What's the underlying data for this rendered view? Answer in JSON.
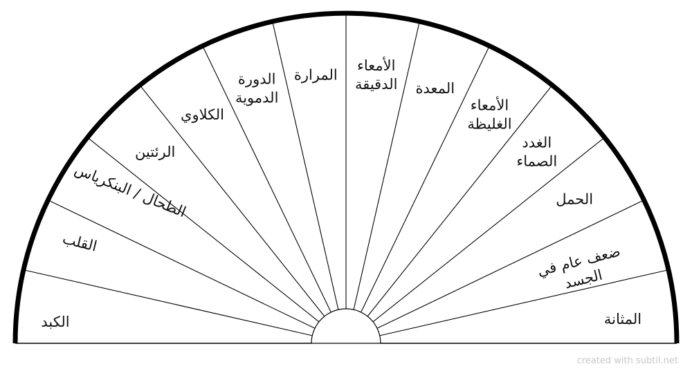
{
  "diagram": {
    "segments": [
      {
        "id": "bladder",
        "label": [
          "المثانة"
        ]
      },
      {
        "id": "general-weakness",
        "label": [
          "ضعف عام في",
          "الجسد"
        ]
      },
      {
        "id": "pregnancy",
        "label": [
          "الحمل"
        ]
      },
      {
        "id": "endocrine-glands",
        "label": [
          "الغدد",
          "الصماء"
        ]
      },
      {
        "id": "large-intestine",
        "label": [
          "الأمعاء",
          "الغليظة"
        ]
      },
      {
        "id": "stomach",
        "label": [
          "المعدة"
        ]
      },
      {
        "id": "small-intestine",
        "label": [
          "الأمعاء",
          "الدقيقة"
        ]
      },
      {
        "id": "gallbladder",
        "label": [
          "المرارة"
        ]
      },
      {
        "id": "blood-circulation",
        "label": [
          "الدورة",
          "الدموية"
        ]
      },
      {
        "id": "kidneys",
        "label": [
          "الكلاوي"
        ]
      },
      {
        "id": "lungs",
        "label": [
          "الرئتين"
        ]
      },
      {
        "id": "spleen-pancreas",
        "label": [
          "الطحال / البنكرياس"
        ]
      },
      {
        "id": "heart",
        "label": [
          "القلب"
        ]
      },
      {
        "id": "liver",
        "label": [
          "الكبد"
        ]
      }
    ],
    "colors": {
      "outline": "#000000",
      "divider": "#000000",
      "background": "#ffffff"
    }
  },
  "watermark": "created with subtil.net"
}
